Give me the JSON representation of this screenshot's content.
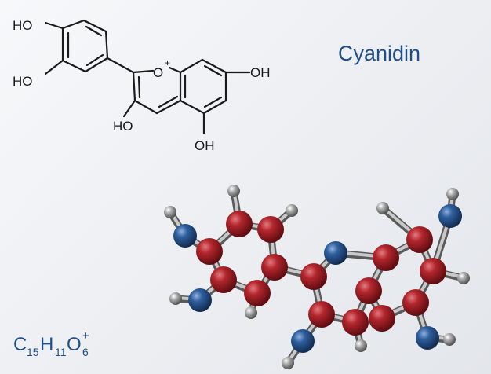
{
  "title": "Cyanidin",
  "formula": {
    "c": "C",
    "c_count": "15",
    "h": "H",
    "h_count": "11",
    "o": "O",
    "o_count": "6",
    "charge": "+"
  },
  "skeletal_labels": {
    "oh_top_left": "HO",
    "oh_left": "HO",
    "oh_ring_c": "HO",
    "oh_right": "OH",
    "oh_bottom": "OH",
    "ring_oxygen": "O",
    "ring_oxygen_charge": "+"
  },
  "colors": {
    "text_accent": "#1f4f8a",
    "carbon": "#9b1c22",
    "oxygen": "#264f86",
    "hydrogen": "#8f8f8f",
    "bond": "#9a9a9a"
  }
}
